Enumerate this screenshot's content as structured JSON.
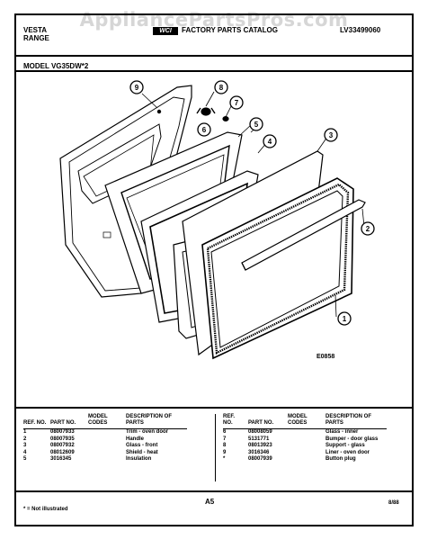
{
  "watermark": "AppliancePartsPros.com",
  "header": {
    "brand": "VESTA",
    "category": "RANGE",
    "catalog_title": "FACTORY PARTS CATALOG",
    "catalog_number": "LV33499060"
  },
  "model_line": "MODEL VG35DW*2",
  "figure_code": "E0858",
  "callouts": [
    "1",
    "2",
    "3",
    "4",
    "5",
    "6",
    "7",
    "8",
    "9"
  ],
  "table": {
    "headers": {
      "ref_no": "REF. NO.",
      "part_no": "PART NO.",
      "model_codes": "MODEL CODES",
      "description": "DESCRIPTION OF PARTS"
    },
    "left_rows": [
      {
        "ref": "1",
        "part": "08007933",
        "codes": "",
        "desc": "Trim - oven door"
      },
      {
        "ref": "2",
        "part": "08007935",
        "codes": "",
        "desc": "Handle"
      },
      {
        "ref": "3",
        "part": "08007932",
        "codes": "",
        "desc": "Glass - front"
      },
      {
        "ref": "4",
        "part": "08012609",
        "codes": "",
        "desc": "Shield - heat"
      },
      {
        "ref": "5",
        "part": "3016345",
        "codes": "",
        "desc": "Insulation"
      }
    ],
    "right_rows": [
      {
        "ref": "6",
        "part": "08008059",
        "codes": "",
        "desc": "Glass - inner"
      },
      {
        "ref": "7",
        "part": "5131771",
        "codes": "",
        "desc": "Bumper - door glass"
      },
      {
        "ref": "8",
        "part": "08013923",
        "codes": "",
        "desc": "Support - glass"
      },
      {
        "ref": "9",
        "part": "3016346",
        "codes": "",
        "desc": "Liner - oven door"
      },
      {
        "ref": "*",
        "part": "08007939",
        "codes": "",
        "desc": "Button plug"
      }
    ]
  },
  "footnote": "* = Not illustrated",
  "page_number": "A5",
  "date": "8/88"
}
